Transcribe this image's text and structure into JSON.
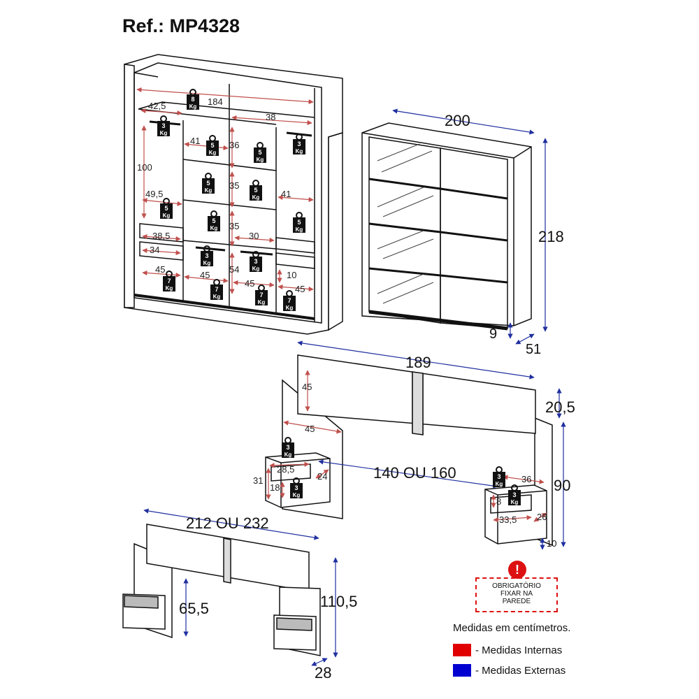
{
  "ref_title": "Ref.: MP4328",
  "weight_unit": "Kg",
  "internal_dims": {
    "w184": "184",
    "w42_5": "42,5",
    "w38": "38",
    "h100": "100",
    "w41a": "41",
    "h36": "36",
    "h35a": "35",
    "w49_5": "49,5",
    "w41b": "41",
    "h35b": "35",
    "w38_5": "38,5",
    "w30": "30",
    "w34": "34",
    "h54": "54",
    "h10": "10",
    "w45a": "45",
    "w45b": "45",
    "w45c": "45",
    "w45d": "45",
    "h45_head": "45",
    "w45_head": "45",
    "w28_5": "28,5",
    "h31": "31",
    "h18": "18",
    "d24": "24",
    "w36": "36",
    "h8": "8",
    "w33_5": "33,5",
    "d26": "26"
  },
  "external_dims": {
    "w200": "200",
    "h218": "218",
    "h9": "9",
    "d51": "51",
    "w189": "189",
    "h20_5": "20,5",
    "w140_160": "140 OU 160",
    "h90": "90",
    "h10": "10",
    "w212_232": "212 OU 232",
    "h65_5": "65,5",
    "h110_5": "110,5",
    "d28": "28"
  },
  "weights": [
    {
      "v": "8"
    },
    {
      "v": "3"
    },
    {
      "v": "5"
    },
    {
      "v": "5"
    },
    {
      "v": "3"
    },
    {
      "v": "5"
    },
    {
      "v": "5"
    },
    {
      "v": "5"
    },
    {
      "v": "5"
    },
    {
      "v": "5"
    },
    {
      "v": "3"
    },
    {
      "v": "3"
    },
    {
      "v": "7"
    },
    {
      "v": "7"
    },
    {
      "v": "7"
    },
    {
      "v": "7"
    },
    {
      "v": "3"
    },
    {
      "v": "3"
    },
    {
      "v": "3"
    },
    {
      "v": "3"
    }
  ],
  "warning": {
    "line1": "OBRIGATÓRIO",
    "line2": "FIXAR NA",
    "line3": "PAREDE"
  },
  "legend": {
    "caption": "Medidas em centímetros.",
    "internal_label": "- Medidas Internas",
    "external_label": "- Medidas Externas",
    "internal_color": "#e00000",
    "external_color": "#0000d0"
  },
  "colors": {
    "dim_internal": "#c0504d",
    "dim_external": "#1f2f9f",
    "line": "#111111",
    "panel": "#ffffff"
  }
}
